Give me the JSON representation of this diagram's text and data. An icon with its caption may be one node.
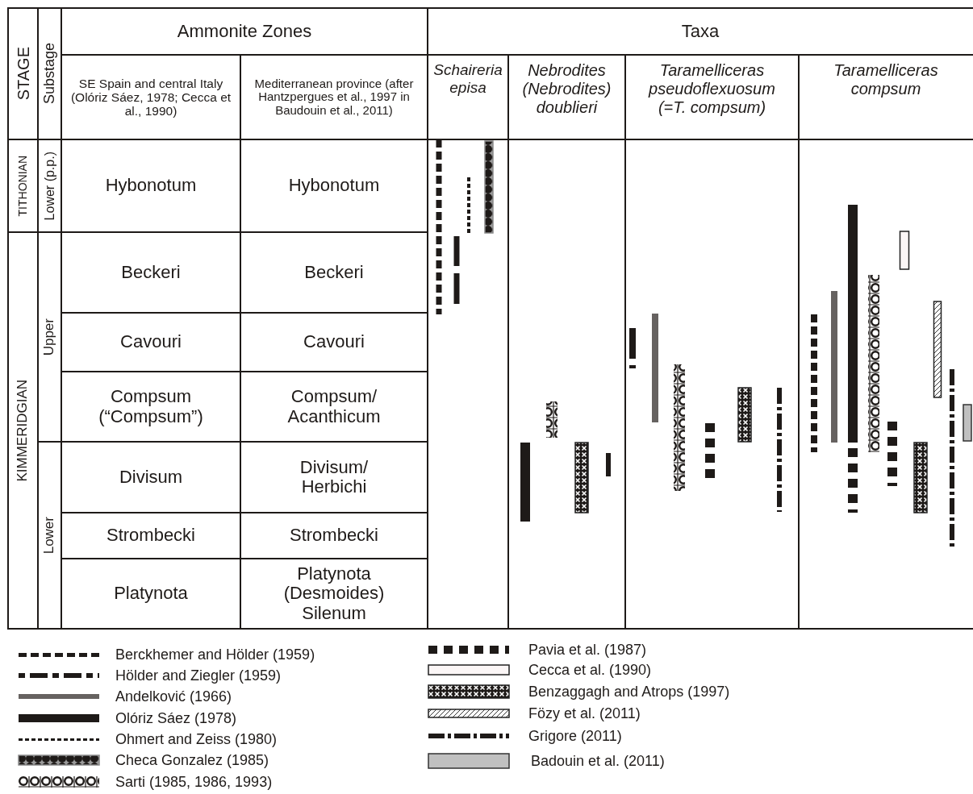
{
  "diagram": {
    "labels": [
      "STAGE",
      "Substage",
      "Ammonite Zones",
      "Taxa",
      "SE Spain and central Italy (Olóriz Sáez, 1978; Cecca et al., 1990)",
      "Mediterranean province (after Hantzpergues et al., 1997 in Baudouin et al., 2011)",
      "Schaireria episa",
      "Nebrodites (Nebrodites) doublieri",
      "Taramelliceras pseudoflexuosum (=T. compsum)",
      "Taramelliceras compsum",
      "TITHONIAN",
      "Lower (p.p.)",
      "Hybonotum",
      "Hybonotum",
      "KIMMERIDGIAN",
      "Upper",
      "Beckeri",
      "Beckeri",
      "Cavouri",
      "Cavouri",
      "Compsum (“Compsum”)",
      "Compsum/ Acanthicum",
      "Lower",
      "Divisum",
      "Divisum/ Herbichi",
      "Strombecki",
      "Strombecki",
      "Platynota",
      "Platynota (Desmoides) Silenum"
    ],
    "legend": [
      {
        "text": "Berckhemer and Hölder (1959)"
      },
      {
        "text": "Hölder and Ziegler (1959)"
      },
      {
        "text": "Andelković (1966)"
      },
      {
        "text": "Olóriz Sáez (1978)"
      },
      {
        "text": "Ohmert and Zeiss (1980)"
      },
      {
        "text": "Checa Gonzalez (1985)"
      },
      {
        "text": "Sarti (1985, 1986, 1993)"
      },
      {
        "text": "Pavia et al. (1987)"
      },
      {
        "text": "Cecca et al. (1990)"
      },
      {
        "text": "Benzaggagh and Atrops (1997)"
      },
      {
        "text": "Fözy et al. (2011)"
      },
      {
        "text": "Grigore (2011)"
      },
      {
        "text": "Badouin et al. (2011)",
        "color": "#c0c0c0"
      }
    ]
  }
}
